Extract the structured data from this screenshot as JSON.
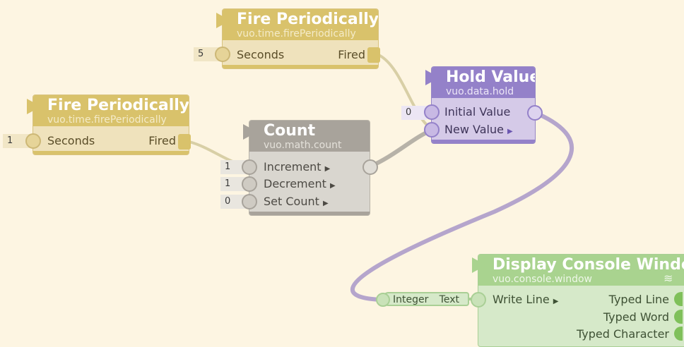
{
  "colors": {
    "canvas": "#fdf5e2",
    "fire_node": "#d9c26b",
    "count_node": "#a8a39b",
    "hold_node": "#9481c9",
    "console_node": "#a9d38f",
    "wire_event": "#d8cfa6",
    "wire_data": "#b7b2a8",
    "wire_purple": "#b5a5cc"
  },
  "nodes": {
    "fire_top": {
      "title": "Fire Periodically",
      "class": "vuo.time.firePeriodically",
      "input_label": "Seconds",
      "input_value": "5",
      "output_label": "Fired"
    },
    "fire_left": {
      "title": "Fire Periodically",
      "class": "vuo.time.firePeriodically",
      "input_label": "Seconds",
      "input_value": "1",
      "output_label": "Fired"
    },
    "count": {
      "title": "Count",
      "class": "vuo.math.count",
      "inputs": [
        {
          "label": "Increment",
          "value": "1"
        },
        {
          "label": "Decrement",
          "value": "1"
        },
        {
          "label": "Set Count",
          "value": "0"
        }
      ]
    },
    "hold": {
      "title": "Hold Value",
      "class": "vuo.data.hold",
      "inputs": [
        {
          "label": "Initial Value",
          "value": "0"
        },
        {
          "label": "New Value"
        }
      ]
    },
    "console": {
      "title": "Display Console Window",
      "class": "vuo.console.window",
      "input_label": "Write Line",
      "outputs": [
        "Typed Line",
        "Typed Word",
        "Typed Character"
      ],
      "icon": "wifi-icon"
    }
  },
  "converter": {
    "from": "Integer",
    "to": "Text"
  }
}
